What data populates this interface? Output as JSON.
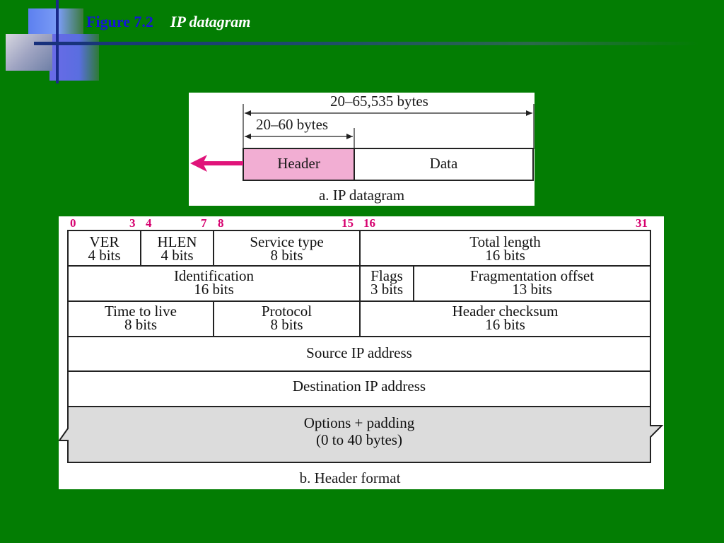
{
  "slide": {
    "figure_number": "Figure 7.2",
    "figure_caption": "IP datagram",
    "colors": {
      "background": "#037d03",
      "figure_number": "#1515d8",
      "caption": "#ffffff",
      "bit_numbers": "#d6006e",
      "header_fill": "#f2aed3",
      "options_fill": "#dcdcdc",
      "arrow": "#e0147a"
    }
  },
  "datagram": {
    "total_range": "20–65,535 bytes",
    "header_range": "20–60 bytes",
    "header_label": "Header",
    "data_label": "Data",
    "caption": "a. IP datagram",
    "arrow_icon": "left-arrow-icon"
  },
  "header_format": {
    "bit_numbers": [
      "0",
      "3",
      "4",
      "7",
      "8",
      "15",
      "16",
      "31"
    ],
    "rows": [
      [
        {
          "name": "VER",
          "size": "4 bits"
        },
        {
          "name": "HLEN",
          "size": "4 bits"
        },
        {
          "name": "Service type",
          "size": "8 bits"
        },
        {
          "name": "Total length",
          "size": "16 bits"
        }
      ],
      [
        {
          "name": "Identification",
          "size": "16 bits"
        },
        {
          "name": "Flags",
          "size": "3 bits"
        },
        {
          "name": "Fragmentation offset",
          "size": "13 bits"
        }
      ],
      [
        {
          "name": "Time to live",
          "size": "8 bits"
        },
        {
          "name": "Protocol",
          "size": "8 bits"
        },
        {
          "name": "Header checksum",
          "size": "16 bits"
        }
      ],
      [
        {
          "name": "Source IP address"
        }
      ],
      [
        {
          "name": "Destination IP address"
        }
      ]
    ],
    "options": {
      "line1": "Options + padding",
      "line2": "(0 to 40 bytes)"
    },
    "caption": "b. Header format"
  }
}
